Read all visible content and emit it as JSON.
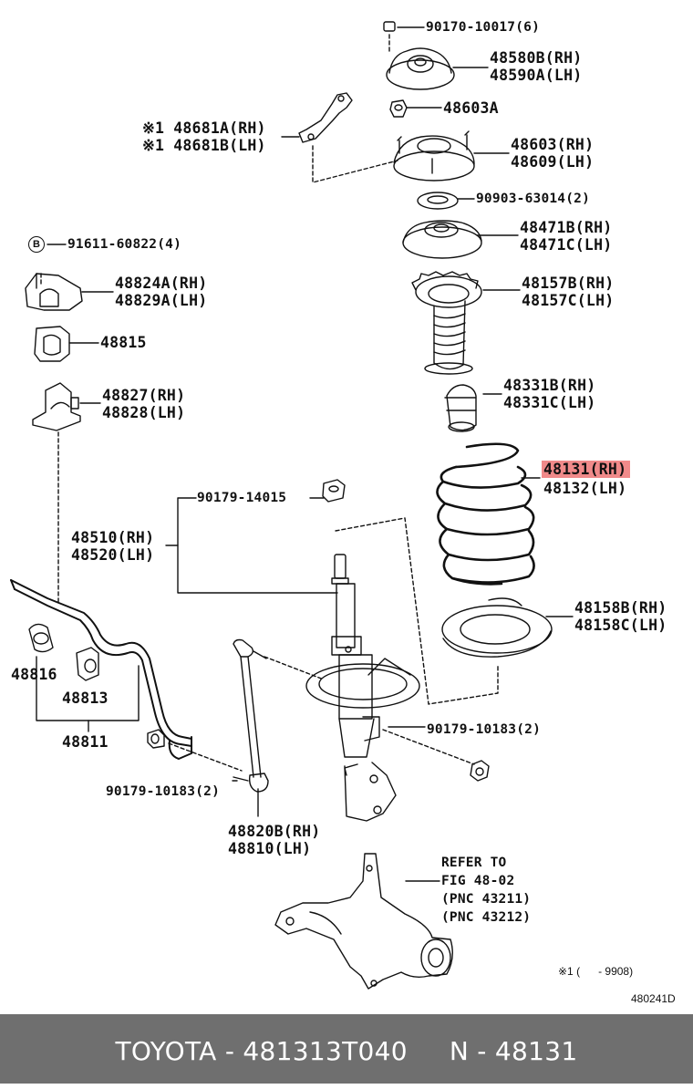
{
  "parts": {
    "p90170": "90170-10017(6)",
    "p48580": "48580B(RH)\n48590A(LH)",
    "p48603A": "48603A",
    "p48681": "※1 48681A(RH)\n※1 48681B(LH)",
    "p48603": "48603(RH)\n48609(LH)",
    "p90903": "90903-63014(2)",
    "p91611": "91611-60822(4)",
    "bolt_badge": "B",
    "p48471": "48471B(RH)\n48471C(LH)",
    "p48824": "48824A(RH)\n48829A(LH)",
    "p48157": "48157B(RH)\n48157C(LH)",
    "p48815": "48815",
    "p48331": "48331B(RH)\n48331C(LH)",
    "p48827": "48827(RH)\n48828(LH)",
    "p48131": "48131(RH)",
    "p48132": "48132(LH)",
    "p90179_14015": "90179-14015",
    "p48510": "48510(RH)\n48520(LH)",
    "p48158": "48158B(RH)\n48158C(LH)",
    "p48816": "48816",
    "p48813": "48813",
    "p48811": "48811",
    "p90179_10183_r": "90179-10183(2)",
    "p90179_10183_l": "90179-10183(2)",
    "p48820": "48820B(RH)\n48810(LH)",
    "refer": "REFER TO\nFIG 48-02\n(PNC 43211)\n(PNC 43212)"
  },
  "notes": {
    "footnote": "※1 (      - 9908)",
    "fig_id": "480241D"
  },
  "footer": {
    "text": "TOYOTA - 481313T040     N - 48131"
  },
  "colors": {
    "highlight": "#f08a8a",
    "footer_bg": "#6f6f6f",
    "footer_text": "#ffffff"
  }
}
